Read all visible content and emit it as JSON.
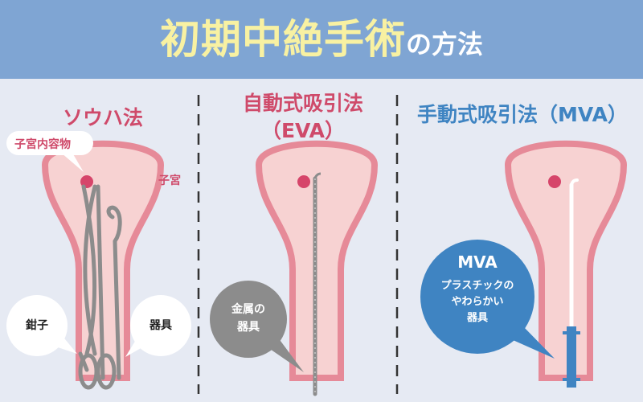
{
  "header": {
    "title_main": "初期中絶手術",
    "title_sub": "の方法",
    "background_color": "#7fa5d3",
    "title_color": "#f8f1a2"
  },
  "colors": {
    "pink_text": "#cf4a6a",
    "blue_text": "#3f84c2",
    "uterus_fill": "#f7d2d2",
    "uterus_border": "#e68a98",
    "marker": "#d6456a",
    "instrument": "#8c8c8c",
    "mva_blue": "#3f84c2"
  },
  "methods": [
    {
      "title": "ソウハ法",
      "labels": {
        "contents": "子宮内容物",
        "uterus": "子宮",
        "forceps": "鉗子",
        "instrument": "器具"
      }
    },
    {
      "title_line1": "自動式吸引法",
      "title_line2": "（EVA）",
      "bubble": {
        "line1": "金属の",
        "line2": "器具"
      }
    },
    {
      "title": "手動式吸引法（MVA）",
      "bubble": {
        "heading": "MVA",
        "line1": "プラスチックの",
        "line2": "やわらかい",
        "line3": "器具"
      }
    }
  ]
}
